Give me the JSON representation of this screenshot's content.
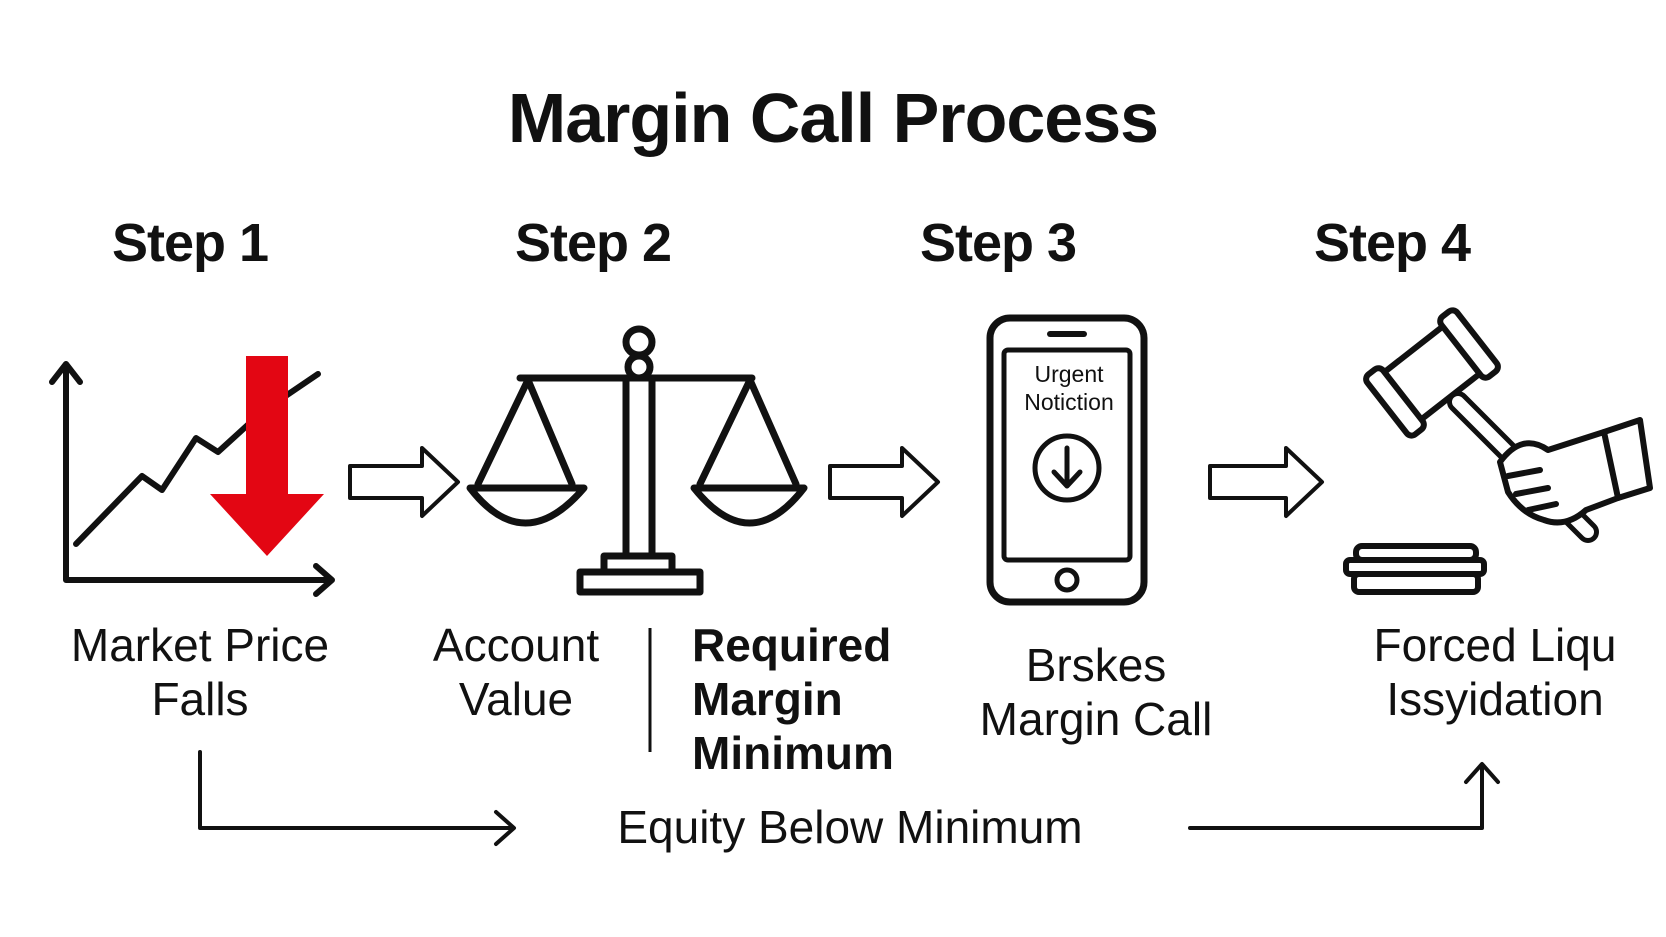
{
  "title": "Margin Call Process",
  "colors": {
    "ink": "#111111",
    "accent": "#e30613",
    "background": "#ffffff"
  },
  "steps": [
    {
      "label": "Step 1",
      "icon": "falling-price-chart-icon",
      "caption": "Market Price\nFalls"
    },
    {
      "label": "Step 2",
      "icon": "balance-scale-icon",
      "caption_left": "Account\nValue",
      "caption_right": "Required\nMargin\nMinimum"
    },
    {
      "label": "Step 3",
      "icon": "smartphone-notification-icon",
      "phone_text_line1": "Urgent",
      "phone_text_line2": "Notiction",
      "caption": "Brskes\nMargin Call"
    },
    {
      "label": "Step 4",
      "icon": "gavel-icon",
      "caption": "Forced Liqu\nIssyidation"
    }
  ],
  "flow_label": "Equity Below Minimum"
}
